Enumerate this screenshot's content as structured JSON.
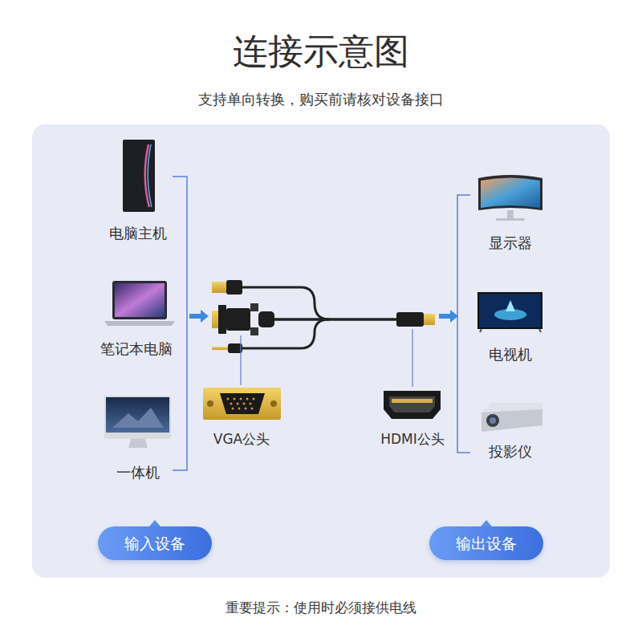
{
  "diagram": {
    "title": "连接示意图",
    "caption": "重要提示：使用时必须接供电线",
    "nodes": [
      {
        "text": [
          "输入设备"
        ]
      },
      {
        "text": [
          "输出设备"
        ]
      }
    ],
    "labels": [
      "支持单向转换，购买前请核对设备接口",
      "电脑主机",
      "笔记本电脑",
      "一体机",
      "VGA公头",
      "HDMI公头",
      "显示器",
      "电视机",
      "投影仪"
    ]
  }
}
